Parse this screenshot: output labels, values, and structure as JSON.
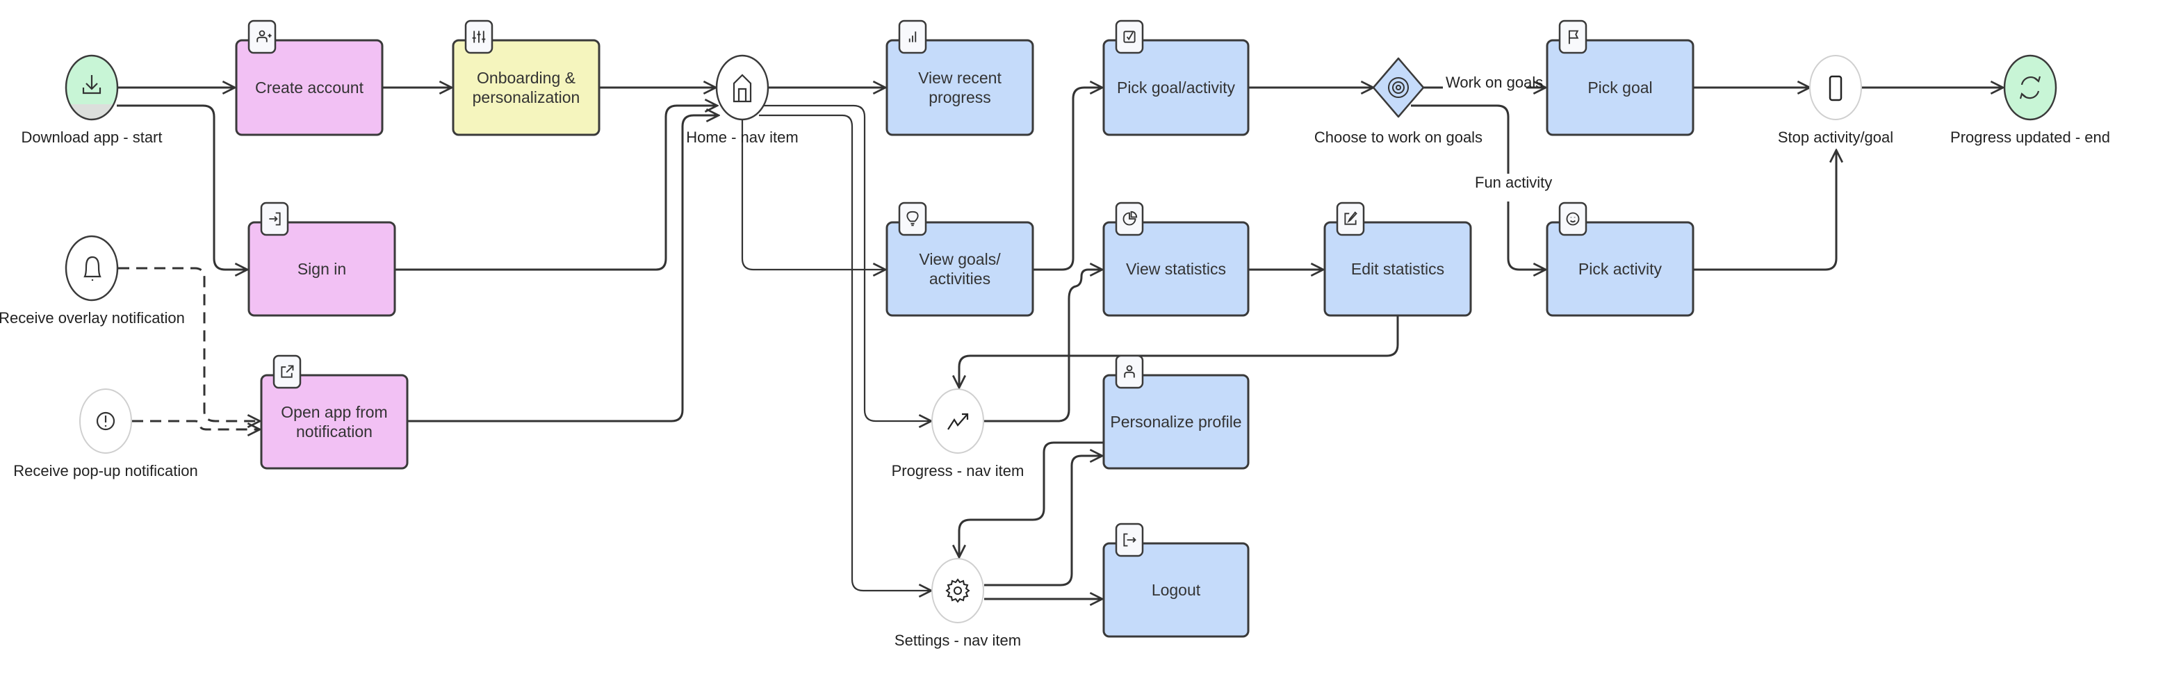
{
  "colors": {
    "pink": "#f2c1f4",
    "yellow": "#f5f5be",
    "blue": "#c5dbfa",
    "green": "#c8f5d6",
    "stroke": "#3a3a3a",
    "badge": "#f8f9fc"
  },
  "nodes": {
    "download": {
      "label": "Download app - start",
      "icon": "download-icon"
    },
    "overlay": {
      "label": "Receive overlay notification",
      "icon": "bell-icon"
    },
    "popup": {
      "label": "Receive pop-up notification",
      "icon": "alert-circle-icon"
    },
    "create_account": {
      "label": "Create account",
      "icon": "user-plus-icon"
    },
    "sign_in": {
      "label": "Sign in",
      "icon": "login-icon"
    },
    "open_app": {
      "label_line1": "Open app from",
      "label_line2": "notification",
      "icon": "external-link-icon"
    },
    "onboarding": {
      "label_line1": "Onboarding &",
      "label_line2": "personalization",
      "icon": "sliders-icon"
    },
    "home": {
      "label": "Home - nav item",
      "icon": "home-icon"
    },
    "view_recent": {
      "label_line1": "View recent",
      "label_line2": "progress",
      "icon": "bar-chart-icon"
    },
    "view_goals": {
      "label_line1": "View goals/",
      "label_line2": "activities",
      "icon": "lightbulb-icon"
    },
    "progress_nav": {
      "label": "Progress - nav item",
      "icon": "trending-up-icon"
    },
    "settings_nav": {
      "label": "Settings - nav item",
      "icon": "gear-icon"
    },
    "pick_goal_activity": {
      "label": "Pick goal/activity",
      "icon": "checkbox-icon"
    },
    "view_statistics": {
      "label": "View statistics",
      "icon": "pie-chart-icon"
    },
    "edit_statistics": {
      "label": "Edit statistics",
      "icon": "edit-icon"
    },
    "personalize_profile": {
      "label": "Personalize profile",
      "icon": "user-icon"
    },
    "logout": {
      "label": "Logout",
      "icon": "logout-icon"
    },
    "decision": {
      "label": "Choose to work on goals",
      "icon": "target-icon"
    },
    "pick_goal": {
      "label": "Pick goal",
      "icon": "flag-icon"
    },
    "pick_activity": {
      "label": "Pick activity",
      "icon": "smile-icon"
    },
    "stop": {
      "label": "Stop activity/goal",
      "icon": "stop-icon"
    },
    "end": {
      "label": "Progress updated - end",
      "icon": "refresh-icon"
    }
  },
  "edge_labels": {
    "work_on_goals": "Work on goals",
    "fun_activity": "Fun activity"
  }
}
